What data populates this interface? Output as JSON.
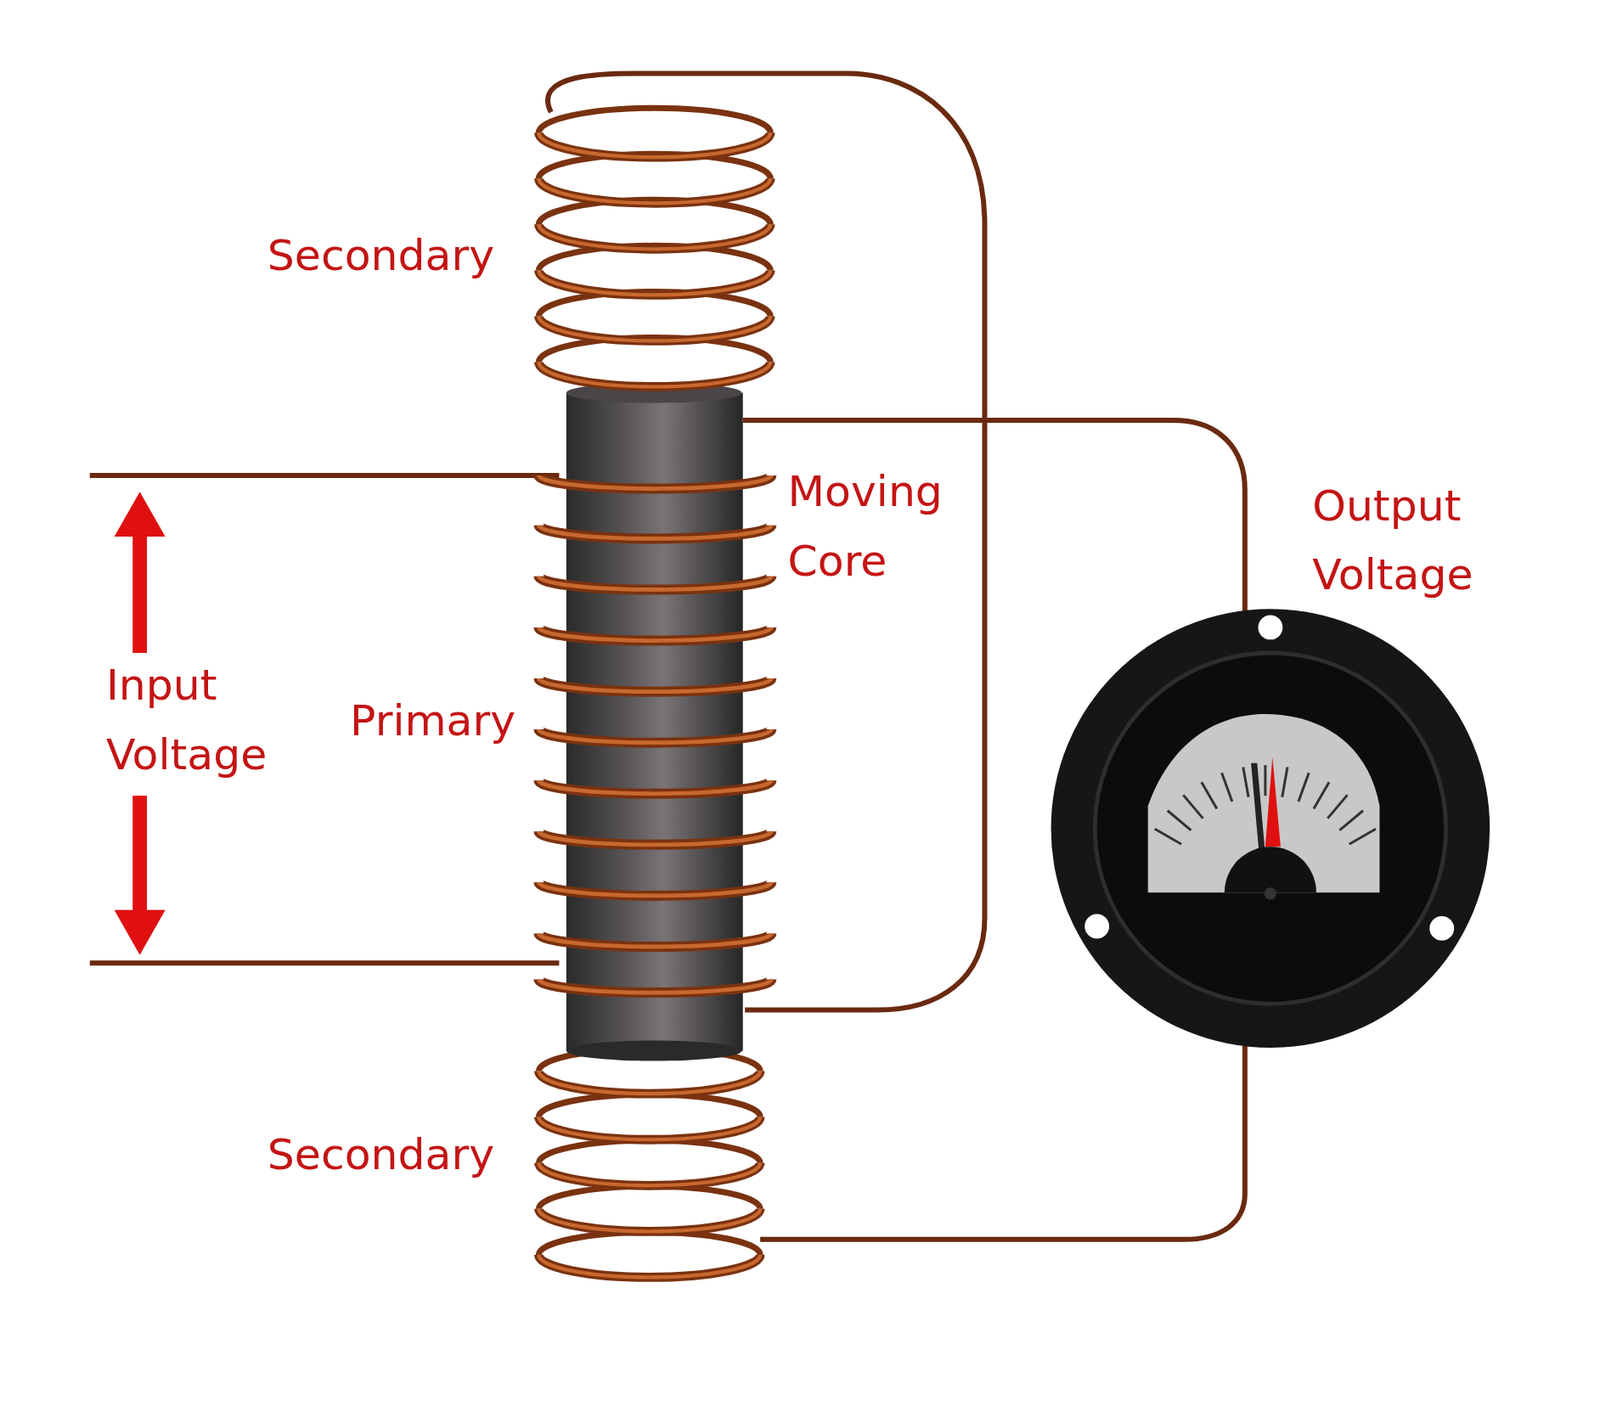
{
  "diagram": {
    "labels": [
      "Secondary",
      "Moving Core",
      "Output Voltage",
      "Input Voltage",
      "Primary",
      "Secondary"
    ]
  }
}
